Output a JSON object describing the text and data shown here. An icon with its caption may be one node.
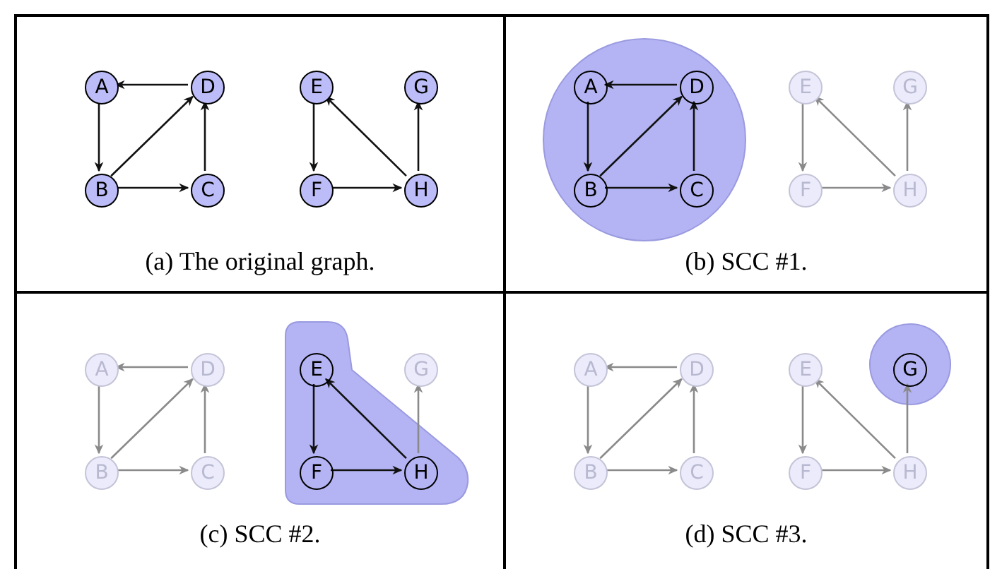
{
  "diagram": {
    "nodes": [
      {
        "text": [
          "(a) The original graph."
        ]
      },
      {
        "text": [
          "A"
        ],
        "in": 0
      },
      {
        "text": [
          "D"
        ],
        "in": 0
      },
      {
        "text": [
          "E"
        ],
        "in": 0
      },
      {
        "text": [
          "G"
        ],
        "in": 0
      },
      {
        "text": [
          "B"
        ],
        "in": 0
      },
      {
        "text": [
          "C"
        ],
        "in": 0
      },
      {
        "text": [
          "F"
        ],
        "in": 0
      },
      {
        "text": [
          "H"
        ],
        "in": 0
      },
      {
        "text": [
          "(b) SCC #1."
        ]
      },
      {
        "text": [],
        "shape": "circle",
        "in": 9
      },
      {
        "text": [
          "A"
        ],
        "in": 10
      },
      {
        "text": [
          "D"
        ],
        "in": 10
      },
      {
        "text": [
          "E"
        ],
        "in": 9
      },
      {
        "text": [
          "G"
        ],
        "in": 9
      },
      {
        "text": [
          "B"
        ],
        "in": 10
      },
      {
        "text": [
          "C"
        ],
        "in": 10
      },
      {
        "text": [
          "F"
        ],
        "in": 9
      },
      {
        "text": [
          "H"
        ],
        "in": 9
      },
      {
        "text": [
          "(c) SCC #2."
        ]
      },
      {
        "text": [],
        "shape": "blob",
        "in": 19
      },
      {
        "text": [
          "A"
        ],
        "in": 19
      },
      {
        "text": [
          "D"
        ],
        "in": 19
      },
      {
        "text": [
          "E"
        ],
        "in": 20
      },
      {
        "text": [
          "G"
        ],
        "in": 19
      },
      {
        "text": [
          "B"
        ],
        "in": 19
      },
      {
        "text": [
          "C"
        ],
        "in": 19
      },
      {
        "text": [
          "F"
        ],
        "in": 20
      },
      {
        "text": [
          "H"
        ],
        "in": 20
      },
      {
        "text": [
          "(d) SCC #3."
        ]
      },
      {
        "text": [],
        "shape": "circle",
        "in": 29
      },
      {
        "text": [
          "A"
        ],
        "in": 29
      },
      {
        "text": [
          "D"
        ],
        "in": 29
      },
      {
        "text": [
          "E"
        ],
        "in": 29
      },
      {
        "text": [
          "G"
        ],
        "in": 30
      },
      {
        "text": [
          "B"
        ],
        "in": 29
      },
      {
        "text": [
          "C"
        ],
        "in": 29
      },
      {
        "text": [
          "F"
        ],
        "in": 29
      },
      {
        "text": [
          "H"
        ],
        "in": 29
      }
    ],
    "edges": [
      {
        "from": 2,
        "to": 1,
        "arrow": "to",
        "color": "#111111"
      },
      {
        "from": 1,
        "to": 5,
        "arrow": "to",
        "color": "#111111"
      },
      {
        "from": 5,
        "to": 2,
        "arrow": "to",
        "color": "#111111"
      },
      {
        "from": 5,
        "to": 6,
        "arrow": "to",
        "color": "#111111"
      },
      {
        "from": 6,
        "to": 2,
        "arrow": "to",
        "color": "#111111"
      },
      {
        "from": 3,
        "to": 7,
        "arrow": "to",
        "color": "#111111"
      },
      {
        "from": 7,
        "to": 8,
        "arrow": "to",
        "color": "#111111"
      },
      {
        "from": 8,
        "to": 3,
        "arrow": "to",
        "color": "#111111"
      },
      {
        "from": 8,
        "to": 4,
        "arrow": "to",
        "color": "#111111"
      },
      {
        "from": 12,
        "to": 11,
        "arrow": "to",
        "color": "#111111"
      },
      {
        "from": 11,
        "to": 15,
        "arrow": "to",
        "color": "#111111"
      },
      {
        "from": 15,
        "to": 12,
        "arrow": "to",
        "color": "#111111"
      },
      {
        "from": 15,
        "to": 16,
        "arrow": "to",
        "color": "#111111"
      },
      {
        "from": 16,
        "to": 12,
        "arrow": "to",
        "color": "#111111"
      },
      {
        "from": 13,
        "to": 17,
        "arrow": "to"
      },
      {
        "from": 17,
        "to": 18,
        "arrow": "to"
      },
      {
        "from": 18,
        "to": 13,
        "arrow": "to"
      },
      {
        "from": 18,
        "to": 14,
        "arrow": "to"
      },
      {
        "from": 22,
        "to": 21,
        "arrow": "to"
      },
      {
        "from": 21,
        "to": 25,
        "arrow": "to"
      },
      {
        "from": 25,
        "to": 22,
        "arrow": "to"
      },
      {
        "from": 25,
        "to": 26,
        "arrow": "to"
      },
      {
        "from": 26,
        "to": 22,
        "arrow": "to"
      },
      {
        "from": 23,
        "to": 27,
        "arrow": "to",
        "color": "#111111"
      },
      {
        "from": 27,
        "to": 28,
        "arrow": "to",
        "color": "#111111"
      },
      {
        "from": 28,
        "to": 23,
        "arrow": "to",
        "color": "#111111"
      },
      {
        "from": 28,
        "to": 24,
        "arrow": "to"
      },
      {
        "from": 32,
        "to": 31,
        "arrow": "to"
      },
      {
        "from": 31,
        "to": 35,
        "arrow": "to"
      },
      {
        "from": 35,
        "to": 32,
        "arrow": "to"
      },
      {
        "from": 35,
        "to": 36,
        "arrow": "to"
      },
      {
        "from": 36,
        "to": 32,
        "arrow": "to"
      },
      {
        "from": 33,
        "to": 37,
        "arrow": "to"
      },
      {
        "from": 37,
        "to": 38,
        "arrow": "to"
      },
      {
        "from": 38,
        "to": 33,
        "arrow": "to"
      },
      {
        "from": 38,
        "to": 34,
        "arrow": "to"
      }
    ]
  }
}
